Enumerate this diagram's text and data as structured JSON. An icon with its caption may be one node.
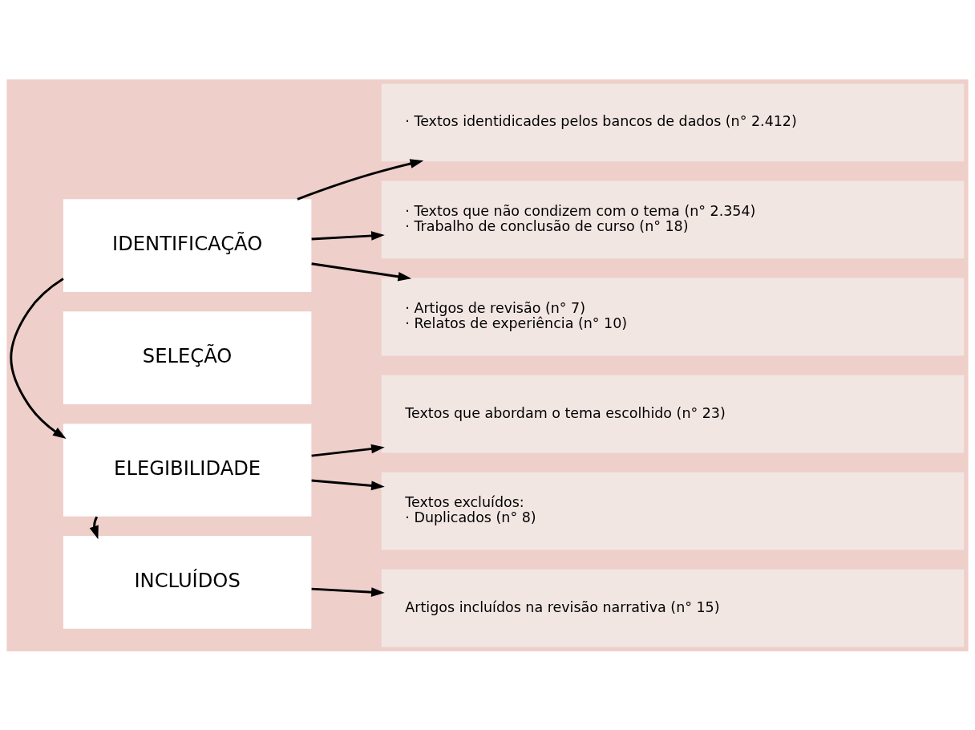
{
  "diagram": {
    "nodes": [
      {
        "text": [
          "IDENTIFICAÇÃO"
        ]
      },
      {
        "text": [
          "· Textos identidicades pelos bancos de dados (n° 2.412)"
        ]
      },
      {
        "text": [
          "SELEÇÃO"
        ]
      },
      {
        "text": [
          "· Textos que não condizem com o tema (n° 2.354)",
          "· Trabalho de conclusão de curso (n° 18)"
        ]
      },
      {
        "text": [
          "· Artigos de revisão (n° 7)",
          "· Relatos de experiência (n° 10)"
        ]
      },
      {
        "text": [
          "ELEGIBILIDADE"
        ]
      },
      {
        "text": [
          "Textos que abordam o tema escolhido (n° 23)"
        ]
      },
      {
        "text": [
          "Textos excluídos:",
          "· Duplicados (n° 8)"
        ]
      },
      {
        "text": [
          "INCLUÍDOS"
        ]
      },
      {
        "text": [
          "Artigos incluídos na revisão narrativa (n° 15)"
        ]
      }
    ],
    "edges": [
      {
        "from": 0,
        "to": 1,
        "arrow": "to"
      },
      {
        "from": 0,
        "to": 3,
        "arrow": "to"
      },
      {
        "from": 0,
        "to": 4,
        "arrow": "to"
      },
      {
        "from": 0,
        "to": 5,
        "arrow": "to"
      },
      {
        "from": 5,
        "to": 6,
        "arrow": "to"
      },
      {
        "from": 5,
        "to": 7,
        "arrow": "to"
      },
      {
        "from": 5,
        "to": 8,
        "arrow": "to"
      },
      {
        "from": 8,
        "to": 9,
        "arrow": "to"
      }
    ]
  }
}
